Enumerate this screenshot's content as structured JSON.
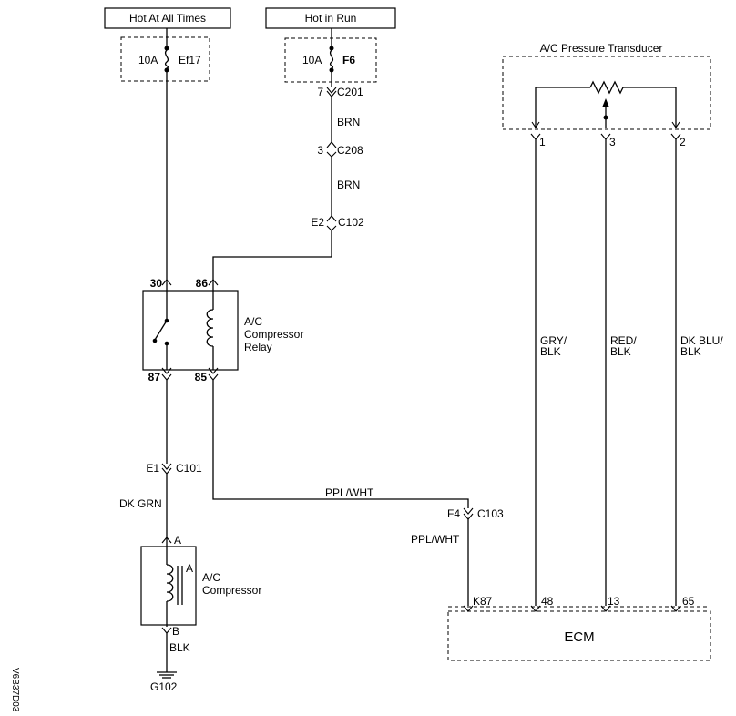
{
  "sources": {
    "hot_at_all_times": "Hot At All Times",
    "hot_in_run": "Hot in Run"
  },
  "fuses": {
    "ef17": {
      "rating": "10A",
      "name": "Ef17"
    },
    "f6": {
      "rating": "10A",
      "name": "F6"
    }
  },
  "connectors": {
    "c201": {
      "pin": "7",
      "name": "C201"
    },
    "c208": {
      "pin": "3",
      "name": "C208"
    },
    "c102": {
      "pin": "E2",
      "name": "C102"
    },
    "c101": {
      "pin": "E1",
      "name": "C101"
    },
    "c103": {
      "pin": "F4",
      "name": "C103"
    }
  },
  "wires": {
    "brn_1": "BRN",
    "brn_2": "BRN",
    "dk_grn": "DK GRN",
    "ppl_wht_1": "PPL/WHT",
    "ppl_wht_2": "PPL/WHT",
    "blk": "BLK",
    "gry_blk": [
      "GRY/",
      "BLK"
    ],
    "red_blk": [
      "RED/",
      "BLK"
    ],
    "dkblu_blk": [
      "DK BLU/",
      "BLK"
    ]
  },
  "relay": {
    "label": [
      "A/C",
      "Compressor",
      "Relay"
    ],
    "pins": {
      "p30": "30",
      "p86": "86",
      "p87": "87",
      "p85": "85"
    }
  },
  "compressor": {
    "label": [
      "A/C",
      "Compressor"
    ],
    "pin_a": "A",
    "pin_b": "B",
    "clutch_label": "A"
  },
  "ground": "G102",
  "transducer": {
    "label": "A/C Pressure Transducer",
    "pins": [
      "1",
      "3",
      "2"
    ]
  },
  "ecm": {
    "label": "ECM",
    "pins": [
      "K87",
      "48",
      "13",
      "65"
    ]
  },
  "figure_code": "V6B37D03"
}
